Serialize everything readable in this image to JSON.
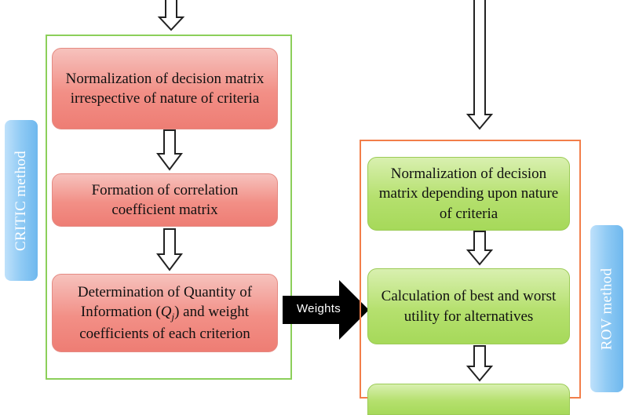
{
  "critic": {
    "side_label": "CRITIC method",
    "steps": [
      "Normalization of decision matrix irrespective of nature of criteria",
      "Formation of correlation coefficient matrix",
      "Determination of Quantity of Information (Qj) and weight coefficients of each criterion"
    ]
  },
  "rov": {
    "side_label": "ROV method",
    "steps": [
      "Normalization of decision matrix depending upon nature of criteria",
      "Calculation of best and worst utility for alternatives"
    ]
  },
  "connector": {
    "label": "Weights"
  },
  "colors": {
    "critic_panel_border": "#8ccf5a",
    "rov_panel_border": "#f27e4a",
    "critic_box": "#f28f86",
    "rov_box": "#b5e06e",
    "side_tab": "#8fcaf4",
    "weights_arrow": "#000000"
  }
}
